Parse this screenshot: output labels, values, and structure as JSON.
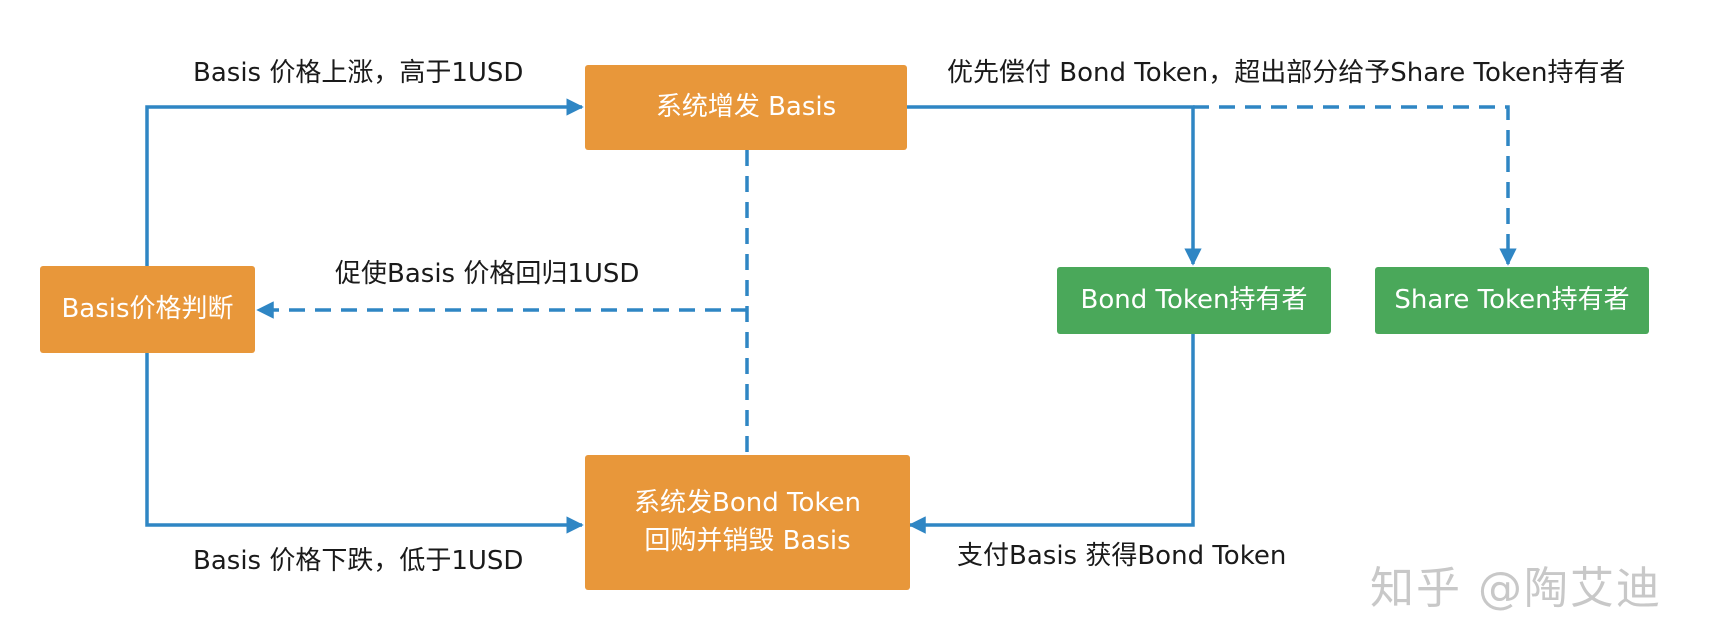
{
  "colors": {
    "node_orange": "#e8973a",
    "node_green": "#4aa85a",
    "connector": "#2f86c4"
  },
  "nodes": {
    "issue_basis": "系统增发 Basis",
    "price_judge": "Basis价格判断",
    "bond_holder": "Bond Token持有者",
    "share_holder": "Share Token持有者",
    "issue_bond_line1": "系统发Bond Token",
    "issue_bond_line2": "回购并销毁 Basis"
  },
  "labels": {
    "price_up": "Basis 价格上涨，高于1USD",
    "repay_priority": "优先偿付 Bond Token，超出部分给予Share Token持有者",
    "price_return": "促使Basis 价格回归1USD",
    "price_down": "Basis 价格下跌，低于1USD",
    "pay_for_bond": "支付Basis 获得Bond Token"
  },
  "watermark": "知乎 @陶艾迪"
}
